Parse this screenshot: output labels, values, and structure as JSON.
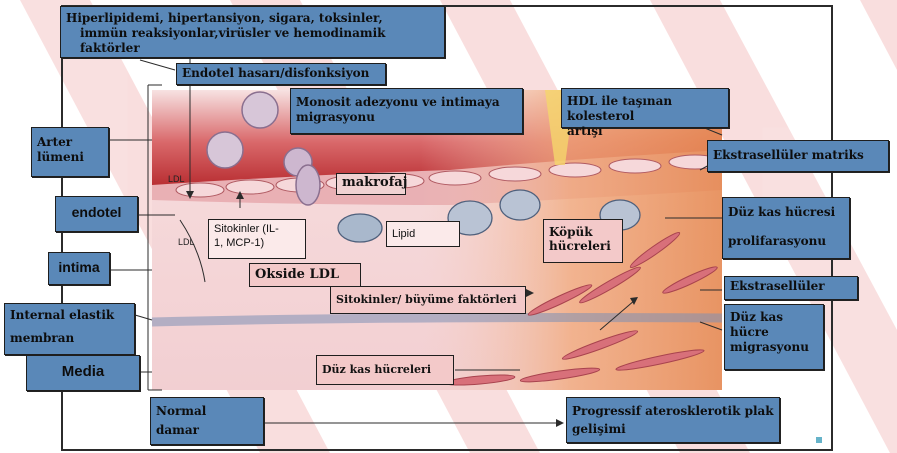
{
  "labels": {
    "risk_factors_line1": "Hiperlipidemi, hipertansiyon, sigara,  toksinler,",
    "risk_factors_line2": "immün reaksiyonlar,virüsler ve hemodinamik faktörler",
    "endothelial_damage": "Endotel hasarı/disfonksiyon",
    "monocyte_adhesion_line1": "Monosit adezyonu ve intimaya",
    "monocyte_adhesion_line2": "migrasyonu",
    "hdl_cholesterol_line1": "HDL ile taşınan kolesterol",
    "hdl_cholesterol_line2": "artışı",
    "artery_lumen_line1": "Arter",
    "artery_lumen_line2": "lümeni",
    "extracellular_matrix": "Ekstrasellüler matriks",
    "endothelium": "endotel",
    "smc_proliferation_line1": "Düz kas hücresi",
    "smc_proliferation_line2": "prolifarasyonu",
    "intima": "intima",
    "extracellular": "Ekstrasellüler",
    "internal_elastic_line1": "Internal elastik",
    "internal_elastic_line2": "membran",
    "smc_migration_line1": "Düz kas",
    "smc_migration_line2": "hücre",
    "smc_migration_line3": "migrasyonu",
    "media": "Media",
    "normal_vessel_line1": "Normal",
    "normal_vessel_line2": "damar",
    "progressive_plaque_line1": "Progressif aterosklerotik plak",
    "progressive_plaque_line2": "gelişimi"
  },
  "inner_labels": {
    "macrophage": "makrofaj",
    "cytokines_line1": "Sitokinler (IL-",
    "cytokines_line2": "1, MCP-1)",
    "lipid": "Lipid",
    "foam_cells_line1": "Köpük",
    "foam_cells_line2": "hücreleri",
    "oxidized_ldl": "Okside  LDL",
    "cytokines_growth": "Sitokinler/ büyüme faktörleri",
    "smooth_muscle_cells": "Düz kas hücreleri",
    "ldl_1": "LDL",
    "ldl_2": "LDL"
  },
  "colors": {
    "label_blue": "#5a88b8",
    "label_pink": "#f3c9c9",
    "watermark_red": "#d62020",
    "lumen_red": "#c0383a"
  }
}
